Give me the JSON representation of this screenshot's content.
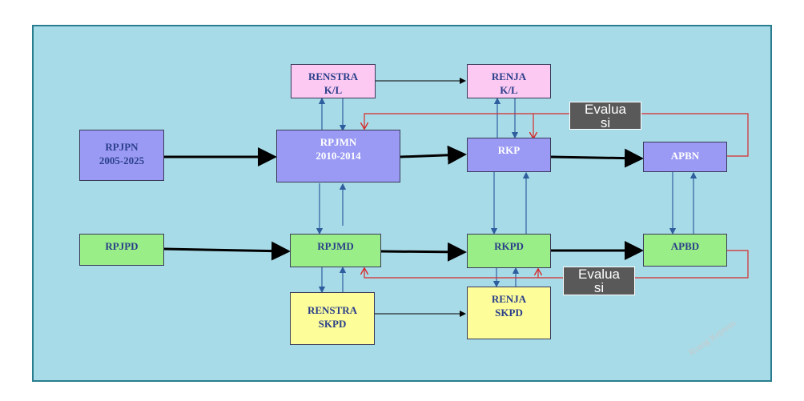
{
  "boxes": {
    "rpjpn": "RPJPN\n2005-2025",
    "renstra_kl": "RENSTRA\nK/L",
    "renja_kl": "RENJA\nK/L",
    "rpjmn": "RPJMN\n2010-2014",
    "rkp": "RKP",
    "apbn": "APBN",
    "rpjpd": "RPJPD",
    "rpjmd": "RPJMD",
    "rkpd": "RKPD",
    "apbd": "APBD",
    "renstra_skpd": "RENSTRA\nSKPD",
    "renja_skpd": "RENJA\nSKPD"
  },
  "evaluasi_top": "Evalua\nsi",
  "evaluasi_bottom": "Evalua\nsi",
  "watermark": "Ruang Kepemu",
  "colors": {
    "panel": "#a8dbe8",
    "purple": "#9a9af4",
    "pink": "#fbc9f2",
    "green": "#99ee88",
    "yellow": "#fdfd99",
    "feedback_line": "#d62a2a",
    "arrow_blue": "#2f5e9e"
  }
}
